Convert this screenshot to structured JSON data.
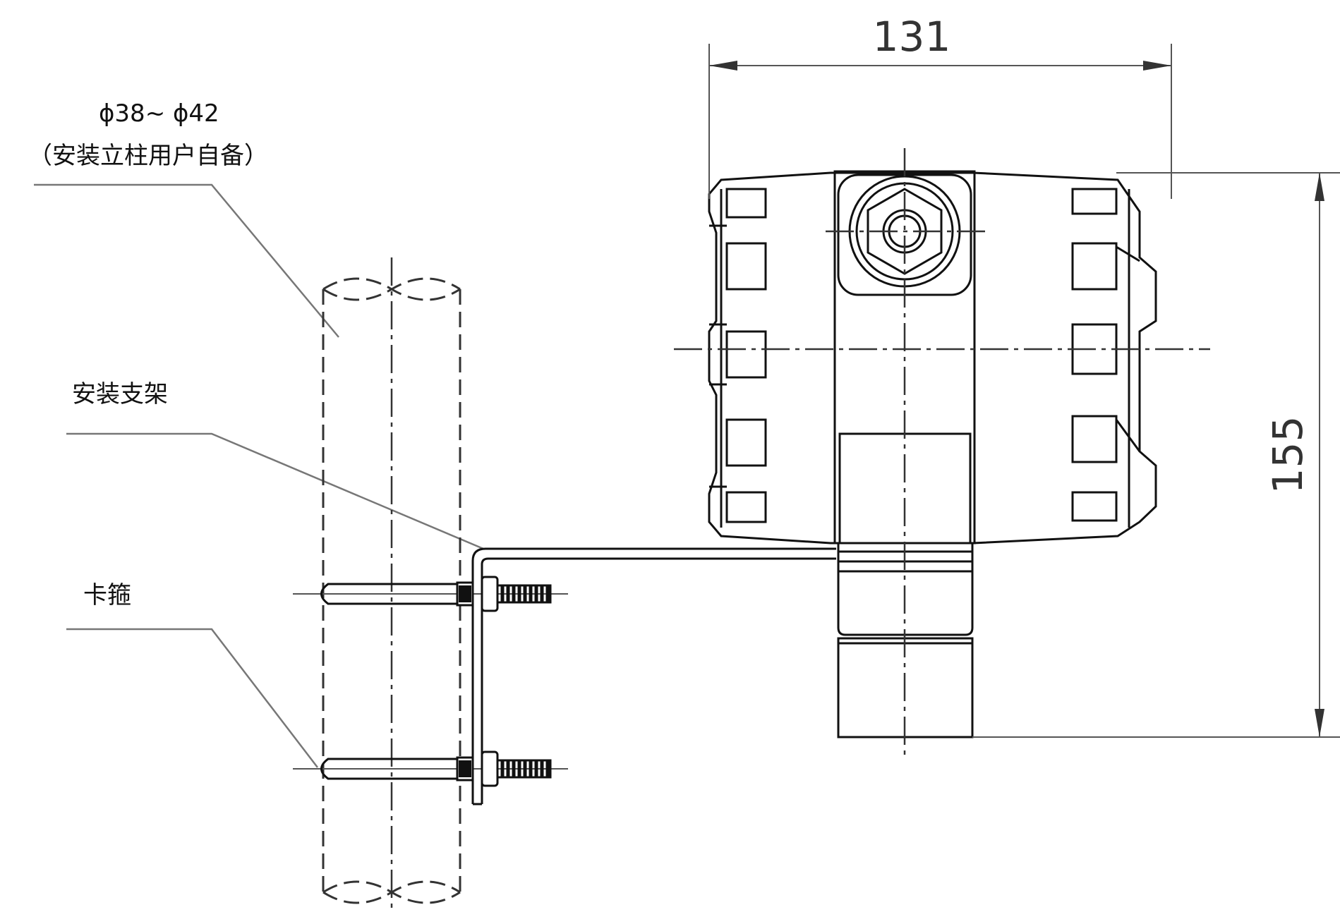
{
  "labels": {
    "pipe_diameter": "ϕ38~ ϕ42",
    "pipe_note": "（安装立柱用户自备）",
    "bracket": "安装支架",
    "clamp": "卡箍"
  },
  "dimensions": {
    "width": "131",
    "height": "155"
  },
  "colors": {
    "line": "#111111",
    "leader": "#777777",
    "dimension": "#555555"
  }
}
